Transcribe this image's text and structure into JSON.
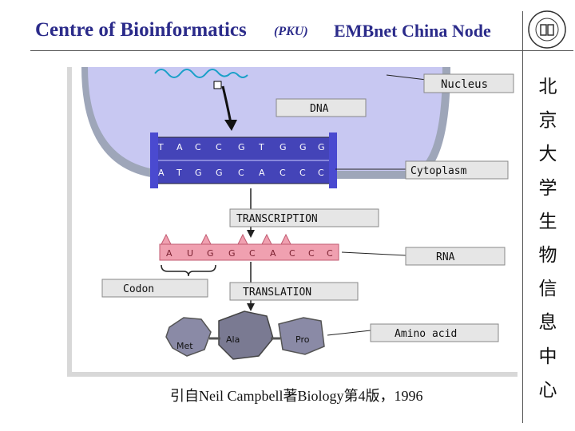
{
  "header": {
    "title": "Centre of Bioinformatics",
    "affiliation": "(PKU)",
    "node": "EMBnet China Node"
  },
  "side_text": [
    "北",
    "京",
    "大",
    "学",
    "生",
    "物",
    "信",
    "息",
    "中",
    "心"
  ],
  "diagram": {
    "labels": {
      "nucleus": "Nucleus",
      "dna": "DNA",
      "cytoplasm": "Cytoplasm",
      "transcription": "TRANSCRIPTION",
      "rna": "RNA",
      "codon": "Codon",
      "translation": "TRANSLATION",
      "amino_acid": "Amino acid"
    },
    "dna_top_strand": [
      "T",
      "A",
      "C",
      "C",
      "G",
      "T",
      "G",
      "G",
      "G"
    ],
    "dna_bottom_strand": [
      "A",
      "T",
      "G",
      "G",
      "C",
      "A",
      "C",
      "C",
      "C"
    ],
    "rna_bases": [
      "A",
      "U",
      "G",
      "G",
      "C",
      "A",
      "C",
      "C",
      "C"
    ],
    "amino_acids": [
      "Met",
      "Ala",
      "Pro"
    ]
  },
  "caption": "引自Neil Campbell著Biology第4版，1996",
  "colors": {
    "header_text": "#2b2b8a",
    "nucleus_fill": "#c8c8f2",
    "dna_fill": "#4444b8",
    "rna_fill": "#f0a0b0",
    "label_box": "#e6e6e6"
  }
}
